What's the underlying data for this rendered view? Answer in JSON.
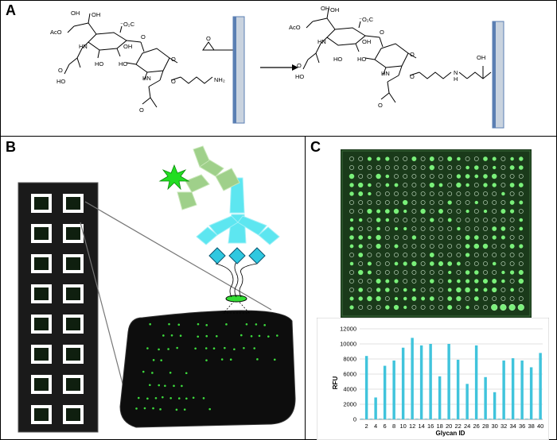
{
  "panels": {
    "a": {
      "label": "A"
    },
    "b": {
      "label": "B"
    },
    "c": {
      "label": "C"
    }
  },
  "chemistry": {
    "left": {
      "ac_o": "AcO",
      "oh_1": "OH",
      "oh_2": "OH",
      "co2": "⁻O₂C",
      "hn": "HN",
      "o_1": "O",
      "ho_ring": "HO",
      "o_carbonyl": "O",
      "ho_chain": "HO",
      "oh_gal": "OH",
      "o_gal": "O",
      "ho_gal": "HO",
      "hn_gal": "HN",
      "o_gal2": "O",
      "o_amide": "O",
      "nh2": "NH₂",
      "epoxide_o": "O"
    },
    "right": {
      "ac_o": "AcO",
      "oh_1": "OH",
      "oh_2": "OH",
      "co2": "⁻O₂C",
      "hn": "HN",
      "o_1": "O",
      "ho_ring": "HO",
      "o_carbonyl": "O",
      "ho_chain": "HO",
      "oh_gal": "OH",
      "o_gal": "O",
      "ho_gal": "HO",
      "hn_gal": "HN",
      "o_gal2": "O",
      "o_amide": "O",
      "nh": "N",
      "h": "H",
      "oh_linker": "OH"
    }
  },
  "colors": {
    "slide_fill": "#c9d3df",
    "slide_edge": "#5b7fb3",
    "array_bg": "#1a1a1a",
    "spot_green": "#3ddc3d",
    "antibody_primary": "#5de6f0",
    "antibody_secondary": "#9fd08a",
    "glycan_diamond": "#2fc8e0",
    "star_green": "#22dd22",
    "bar_color": "#40c4dc",
    "scan_bg": "#1a3a1a"
  },
  "chart_data": {
    "type": "bar",
    "title": "",
    "xlabel": "Glycan ID",
    "ylabel": "RFU",
    "ylim": [
      0,
      12000
    ],
    "yticks": [
      0,
      2000,
      4000,
      6000,
      8000,
      10000,
      12000
    ],
    "x_tick_labels": [
      "2",
      "4",
      "6",
      "8",
      "10",
      "12",
      "14",
      "16",
      "18",
      "20",
      "22",
      "24",
      "26",
      "28",
      "30",
      "32",
      "34",
      "36",
      "38",
      "40"
    ],
    "categories": [
      "1",
      "2",
      "3",
      "4",
      "5",
      "6",
      "7",
      "8",
      "9",
      "10",
      "11",
      "12",
      "13",
      "14",
      "15",
      "16",
      "17",
      "18",
      "19",
      "20",
      "21",
      "22",
      "23",
      "24",
      "25",
      "26",
      "27",
      "28",
      "29",
      "30",
      "31",
      "32",
      "33",
      "34",
      "35",
      "36",
      "37",
      "38",
      "39",
      "40"
    ],
    "values": [
      0,
      8400,
      0,
      2900,
      0,
      7100,
      0,
      7800,
      0,
      9500,
      0,
      10800,
      0,
      9800,
      0,
      10000,
      0,
      5700,
      0,
      10000,
      0,
      7900,
      0,
      4700,
      0,
      9800,
      0,
      5600,
      0,
      3600,
      0,
      7800,
      0,
      8100,
      0,
      7800,
      0,
      6900,
      0,
      8800
    ]
  }
}
